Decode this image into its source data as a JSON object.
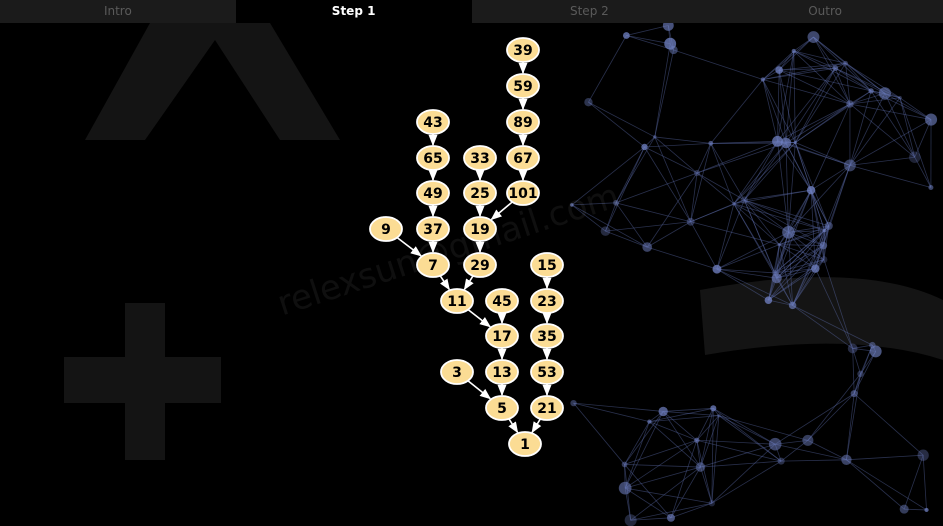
{
  "tabs": [
    {
      "label": "Intro",
      "active": false
    },
    {
      "label": "Step 1",
      "active": true
    },
    {
      "label": "Step 2",
      "active": false
    },
    {
      "label": "Outro",
      "active": false
    }
  ],
  "watermark": "relexsun@gmail.com",
  "colors": {
    "node_fill": "#fbdc94",
    "node_border": "#ffffff",
    "edge": "#ffffff",
    "background": "#000000",
    "network_accent": "#6f7fc0"
  },
  "graph": {
    "nodes": [
      "39",
      "59",
      "89",
      "67",
      "43",
      "65",
      "49",
      "37",
      "9",
      "7",
      "33",
      "25",
      "101",
      "19",
      "29",
      "11",
      "45",
      "17",
      "13",
      "3",
      "5",
      "15",
      "23",
      "35",
      "53",
      "21",
      "1"
    ],
    "edges": [
      [
        "39",
        "59"
      ],
      [
        "59",
        "89"
      ],
      [
        "89",
        "67"
      ],
      [
        "67",
        "101"
      ],
      [
        "101",
        "19"
      ],
      [
        "43",
        "65"
      ],
      [
        "65",
        "49"
      ],
      [
        "49",
        "37"
      ],
      [
        "37",
        "7"
      ],
      [
        "9",
        "7"
      ],
      [
        "7",
        "11"
      ],
      [
        "33",
        "25"
      ],
      [
        "25",
        "19"
      ],
      [
        "19",
        "29"
      ],
      [
        "29",
        "11"
      ],
      [
        "11",
        "17"
      ],
      [
        "45",
        "17"
      ],
      [
        "17",
        "13"
      ],
      [
        "13",
        "5"
      ],
      [
        "3",
        "5"
      ],
      [
        "5",
        "1"
      ],
      [
        "15",
        "23"
      ],
      [
        "23",
        "35"
      ],
      [
        "35",
        "53"
      ],
      [
        "53",
        "21"
      ],
      [
        "21",
        "1"
      ]
    ]
  }
}
